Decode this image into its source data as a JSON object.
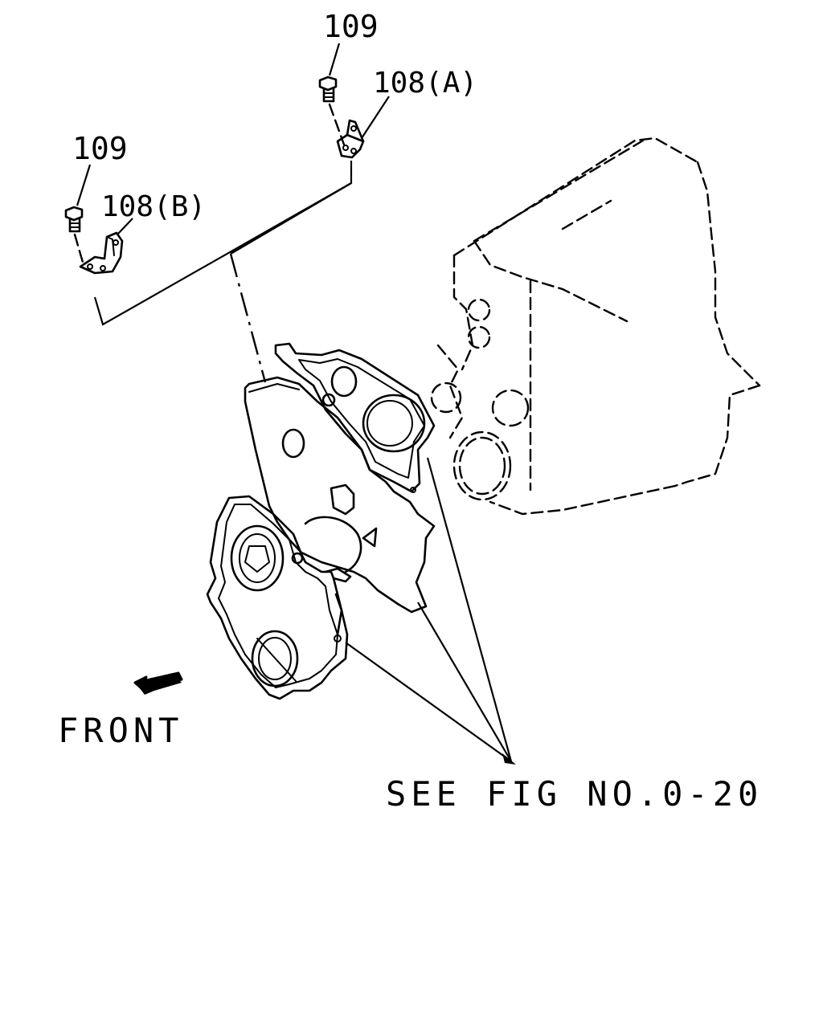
{
  "callouts": {
    "bolt_a": "109",
    "bracket_a": "108(A)",
    "bolt_b": "109",
    "bracket_b": "108(B)"
  },
  "direction_label": "FRONT",
  "reference_note": "SEE FIG NO.0-20"
}
